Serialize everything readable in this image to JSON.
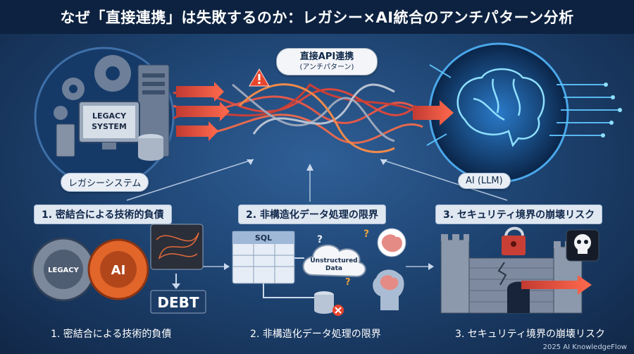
{
  "title": "なぜ「直接連携」は失敗するのか：レガシー×AI統合のアンチパターン分析",
  "hero": {
    "legacy_label": "レガシーシステム",
    "legacy_screen_text_line1": "LEGACY",
    "legacy_screen_text_line2": "SYSTEM",
    "ai_label": "AI (LLM)",
    "callout_title": "直接API連携",
    "callout_subtitle": "(アンチパターン)"
  },
  "sections": [
    {
      "heading": "1. 密結合による技術的負債",
      "caption": "1. 密結合による技術的負債",
      "gear_left_text": "LEGACY",
      "gear_right_text": "AI",
      "debt_text": "DEBT"
    },
    {
      "heading": "2. 非構造化データ処理の限界",
      "caption": "2. 非構造化データ処理の限界",
      "sql_text": "SQL",
      "cloud_text_line1": "Unstructured",
      "cloud_text_line2": "Data"
    },
    {
      "heading": "3. セキュリティ境界の崩壊リスク",
      "caption": "3. セキュリティ境界の崩壊リスク"
    }
  ],
  "credit": "2025 AI KnowledgeFlow",
  "colors": {
    "title_bar": "#0d2240",
    "background": "#1d426f",
    "tangle_red": "#d8483c",
    "ai_glow": "#5fc7ff",
    "gear_orange": "#e2652a",
    "warning": "#e8452e"
  }
}
